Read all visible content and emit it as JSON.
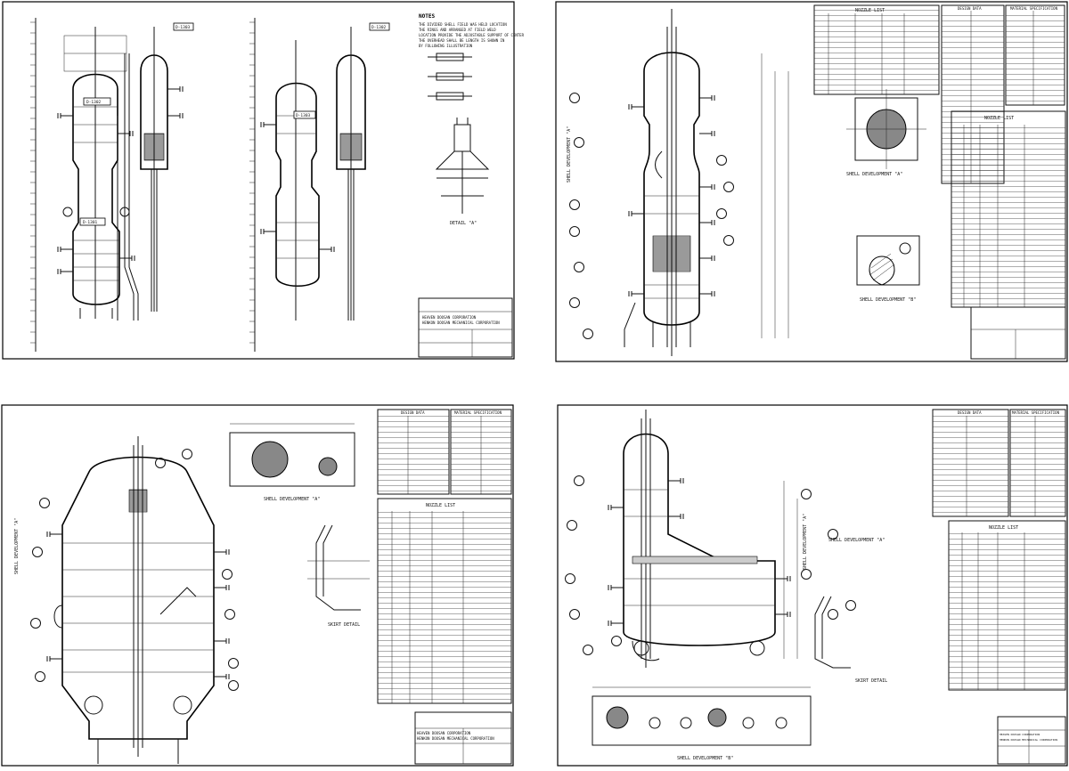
{
  "sheets": [
    {
      "id": "sheet-1",
      "notes_title": "NOTES",
      "notes_lines": [
        "THE DIVIDED SHELL FIELD WAS HELD LOCATION",
        "THE RINGS AND ARRANGED AT FIELD WELD",
        "LOCATION PROVIDE THE ADJUSTABLE SUPPORT OF CENTER",
        "THE OVERHEAD SHALL BE LENGTH IS SHOWN IN",
        "BY FOLLOWING ILLUSTRATION"
      ],
      "detail_label": "DETAIL \"A\"",
      "vessel_tags": [
        "D-1302",
        "D-1303",
        "D-1301",
        "D-1302",
        "D-1303"
      ],
      "title_block": {
        "company_1": "HEAVEN DOOSAN CORPORATION",
        "company_2": "HENKON DOOSAN MECHANICAL CORPORATION"
      }
    },
    {
      "id": "sheet-2",
      "nozzle_list_title": "NOZZLE LIST",
      "design_data_title": "DESIGN DATA",
      "material_spec_title": "MATERIAL SPECIFICATION",
      "shell_dev_a": "SHELL DEVELOPMENT \"A\"",
      "shell_dev_b": "SHELL DEVELOPMENT \"B\"",
      "shell_dev_side": "SHELL DEVELOPMENT \"A\""
    },
    {
      "id": "sheet-3",
      "design_data_title": "DESIGN DATA",
      "material_spec_title": "MATERIAL SPECIFICATION",
      "nozzle_list_title": "NOZZLE LIST",
      "shell_dev_a": "SHELL DEVELOPMENT \"A\"",
      "skirt_detail": "SKIRT DETAIL",
      "shell_dev_side": "SHELL DEVELOPMENT \"A\"",
      "title_block": {
        "company_1": "HEAVEN DOOSAN CORPORATION",
        "company_2": "HENKON DOOSAN MECHANICAL CORPORATION"
      }
    },
    {
      "id": "sheet-4",
      "design_data_title": "DESIGN DATA",
      "material_spec_title": "MATERIAL SPECIFICATION",
      "nozzle_list_title": "NOZZLE LIST",
      "shell_dev_a": "SHELL DEVELOPMENT \"A\"",
      "shell_dev_b": "SHELL DEVELOPMENT \"B\"",
      "skirt_detail": "SKIRT DETAIL",
      "title_block": {
        "company_1": "HEAVEN DOOSAN CORPORATION",
        "company_2": "HENKON DOOSAN MECHANICAL CORPORATION"
      }
    }
  ]
}
